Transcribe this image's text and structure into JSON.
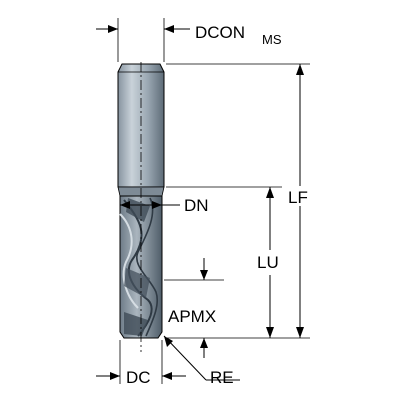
{
  "labels": {
    "dcon": "DCON",
    "dcon_sub": "MS",
    "lf": "LF",
    "dn": "DN",
    "lu": "LU",
    "apmx": "APMX",
    "dc": "DC",
    "re": "RE"
  },
  "colors": {
    "line": "#000000",
    "shank_light": "#b9c3cb",
    "shank_dark": "#6f7d89",
    "flute_dark": "#566470",
    "flute_light": "#9aa6b0",
    "background": "#ffffff"
  }
}
